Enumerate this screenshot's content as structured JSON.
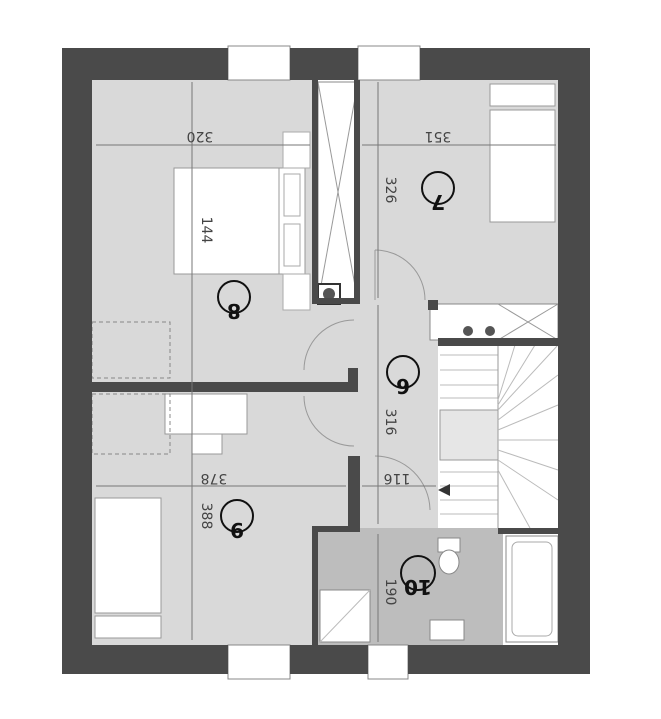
{
  "colors": {
    "wall": "#4a4a4a",
    "room": "#d9d9d9",
    "bathroom": "#bdbdbd",
    "furniture": "#ffffff",
    "line": "#999999",
    "dimension": "#555555"
  },
  "rooms": [
    {
      "id": "7",
      "label": "7"
    },
    {
      "id": "8",
      "label": "8"
    },
    {
      "id": "9",
      "label": "9"
    },
    {
      "id": "6",
      "label": "6"
    },
    {
      "id": "10",
      "label": "10"
    }
  ],
  "dimensions": [
    {
      "id": "room8-width",
      "text": "320"
    },
    {
      "id": "room7-width",
      "text": "351"
    },
    {
      "id": "room7-depth",
      "text": "326"
    },
    {
      "id": "room8-bed",
      "text": "144"
    },
    {
      "id": "hall-depth",
      "text": "316"
    },
    {
      "id": "room9-width",
      "text": "378"
    },
    {
      "id": "hall-width",
      "text": "116"
    },
    {
      "id": "room9-depth",
      "text": "388"
    },
    {
      "id": "bath-depth",
      "text": "190"
    }
  ]
}
